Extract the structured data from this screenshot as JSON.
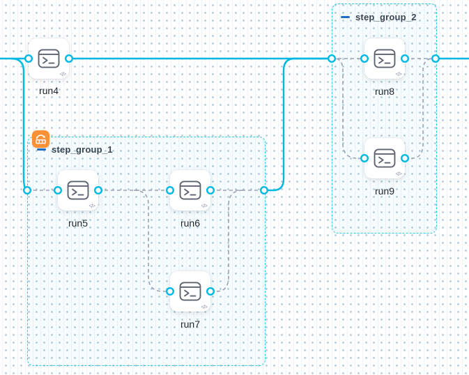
{
  "app": {
    "view": "pipeline-execution-graph"
  },
  "colors": {
    "edge_solid": "#00b8e4",
    "edge_dashed": "#9ba1b3",
    "group_border": "#2cc7e8",
    "port_ring": "#00b8e4",
    "badge_orange": "#fb9134",
    "collapse_minus_blue": "#1d6fc4",
    "node_label": "#22272f",
    "group_label": "#3a4453"
  },
  "nodes": [
    {
      "id": "run4",
      "label": "run4",
      "icon": "terminal-icon",
      "corner_icon": "code-icon",
      "corner_glyph": "</>"
    },
    {
      "id": "run5",
      "label": "run5",
      "icon": "terminal-icon",
      "corner_icon": "code-icon",
      "corner_glyph": "</>"
    },
    {
      "id": "run6",
      "label": "run6",
      "icon": "terminal-icon",
      "corner_icon": "code-icon",
      "corner_glyph": "</>"
    },
    {
      "id": "run7",
      "label": "run7",
      "icon": "terminal-icon",
      "corner_icon": "code-icon",
      "corner_glyph": "</>"
    },
    {
      "id": "run8",
      "label": "run8",
      "icon": "terminal-icon",
      "corner_icon": "code-icon",
      "corner_glyph": "</>"
    },
    {
      "id": "run9",
      "label": "run9",
      "icon": "terminal-icon",
      "corner_icon": "code-icon",
      "corner_glyph": "</>"
    }
  ],
  "groups": [
    {
      "id": "step_group_1",
      "label": "step_group_1",
      "collapse_icon": "minus-icon",
      "strategy_badge_icon": "looping-strategy-icon",
      "members": [
        "run5",
        "run6",
        "run7"
      ]
    },
    {
      "id": "step_group_2",
      "label": "step_group_2",
      "collapse_icon": "minus-icon",
      "strategy_badge_icon": null,
      "members": [
        "run8",
        "run9"
      ]
    }
  ],
  "connections": [
    {
      "from": "canvas-left-edge",
      "to": "run4",
      "style": "solid"
    },
    {
      "from": "canvas-left-edge",
      "to": "step_group_1",
      "style": "solid"
    },
    {
      "from": "run4",
      "to": "step_group_2",
      "style": "solid"
    },
    {
      "from": "step_group_1",
      "to": "step_group_2",
      "style": "solid"
    },
    {
      "from": "step_group_2",
      "to": "canvas-right-edge",
      "style": "solid"
    },
    {
      "from": "step_group_1-in",
      "to": "run5",
      "style": "dashed"
    },
    {
      "from": "run5",
      "to": "run6",
      "style": "dashed"
    },
    {
      "from": "run5",
      "to": "run7",
      "style": "dashed"
    },
    {
      "from": "run6",
      "to": "step_group_1-out",
      "style": "dashed"
    },
    {
      "from": "run7",
      "to": "step_group_1-out",
      "style": "dashed"
    },
    {
      "from": "step_group_2-in",
      "to": "run8",
      "style": "dashed"
    },
    {
      "from": "step_group_2-in",
      "to": "run9",
      "style": "dashed"
    },
    {
      "from": "run8",
      "to": "step_group_2-out",
      "style": "dashed"
    },
    {
      "from": "run9",
      "to": "step_group_2-out",
      "style": "dashed"
    }
  ]
}
